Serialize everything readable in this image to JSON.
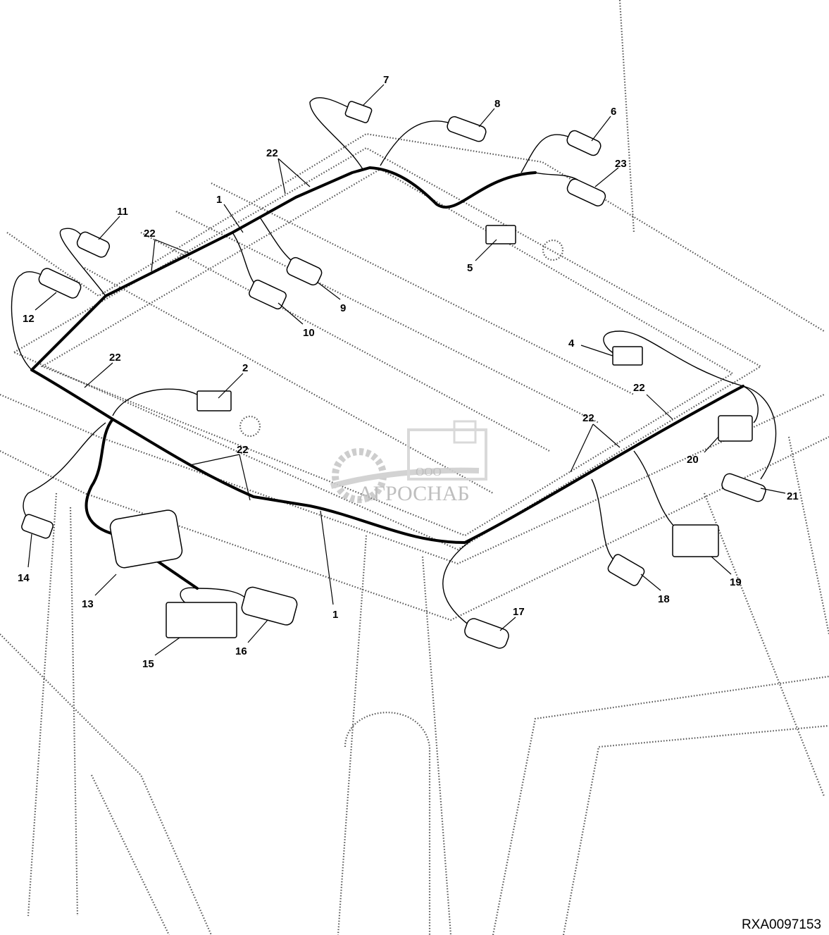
{
  "figure_id": "RXA0097153",
  "watermark": {
    "prefix": "ООО",
    "name": "АГРОСНАБ"
  },
  "callouts": [
    "7",
    "8",
    "6",
    "23",
    "22",
    "1",
    "11",
    "22",
    "5",
    "9",
    "10",
    "12",
    "4",
    "22",
    "2",
    "22",
    "22",
    "22",
    "20",
    "21",
    "14",
    "13",
    "19",
    "18",
    "1",
    "17",
    "16",
    "15"
  ]
}
